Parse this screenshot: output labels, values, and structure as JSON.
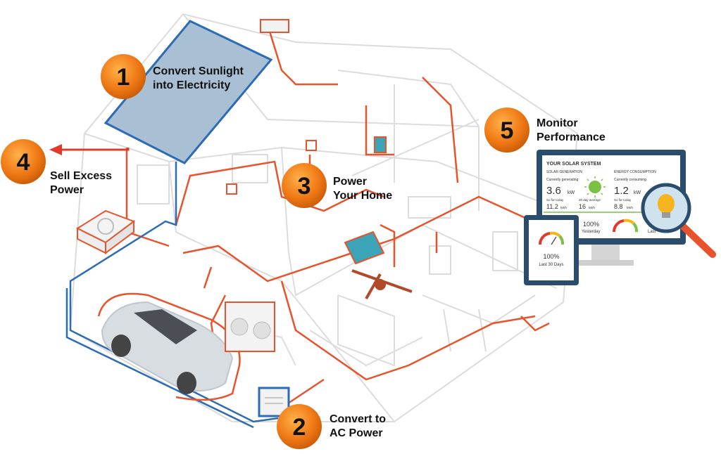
{
  "steps": [
    {
      "number": "1",
      "label": "Convert Sunlight\ninto Electricity"
    },
    {
      "number": "2",
      "label": "Convert to\nAC Power"
    },
    {
      "number": "3",
      "label": "Power\nYour Home"
    },
    {
      "number": "4",
      "label": "Sell Excess\nPower"
    },
    {
      "number": "5",
      "label": "Monitor\nPerformance"
    }
  ],
  "monitor": {
    "title": "YOUR SOLAR SYSTEM",
    "col1_header": "SOLAR GENERATION",
    "col2_header": "ENERGY CONSUMPTION",
    "currently_generating_label": "Currently generating",
    "generating_value": "3.6",
    "consuming_label": "Currently consuming",
    "consuming_value": "1.2",
    "unit": "kW",
    "so_far_today_label": "So far today",
    "gen_today_value": "11.2",
    "thirty_day_label": "30 day average",
    "thirty_day_value": "16",
    "cons_today_value": "8.8",
    "unit_kwh": "kWh",
    "yesterday_pct": "100%",
    "yesterday_label": "Yesterday",
    "last_label": "Last"
  },
  "tablet": {
    "percent": "100%",
    "period": "Last 30 Days"
  },
  "colors": {
    "badge": "#f07a16",
    "wire_orange": "#e8532b",
    "wire_blue": "#2b6cb5",
    "panel": "#a9bfd3",
    "house_line": "#d9d9d9",
    "sun": "#7cc242"
  }
}
